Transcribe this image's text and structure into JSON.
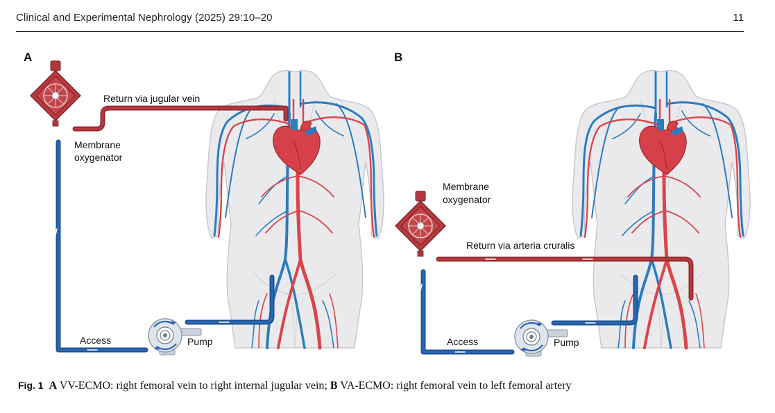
{
  "header": {
    "journal": "Clinical and Experimental Nephrology (2025) 29:10–20",
    "page_number": "11"
  },
  "figure": {
    "panel_a": {
      "label": "A",
      "return_label": "Return via jugular vein",
      "oxygenator_label_line1": "Membrane",
      "oxygenator_label_line2": "oxygenator",
      "access_label": "Access",
      "pump_label": "Pump"
    },
    "panel_b": {
      "label": "B",
      "return_label": "Return via arteria cruralis",
      "oxygenator_label_line1": "Membrane",
      "oxygenator_label_line2": "oxygenator",
      "access_label": "Access",
      "pump_label": "Pump"
    }
  },
  "caption": {
    "fig_label": "Fig. 1",
    "part_a_label": "A",
    "part_a_text": " VV-ECMO: right femoral vein to right internal jugular vein; ",
    "part_b_label": "B",
    "part_b_text": " VA-ECMO: right femoral vein to left femoral artery"
  },
  "colors": {
    "vein": "#1d5fa6",
    "artery": "#b83a40",
    "body": "#e9e9ec",
    "body_outline": "#c9c9cf",
    "oxygenator": "#b9393f",
    "pump": "#c9d2dd"
  }
}
